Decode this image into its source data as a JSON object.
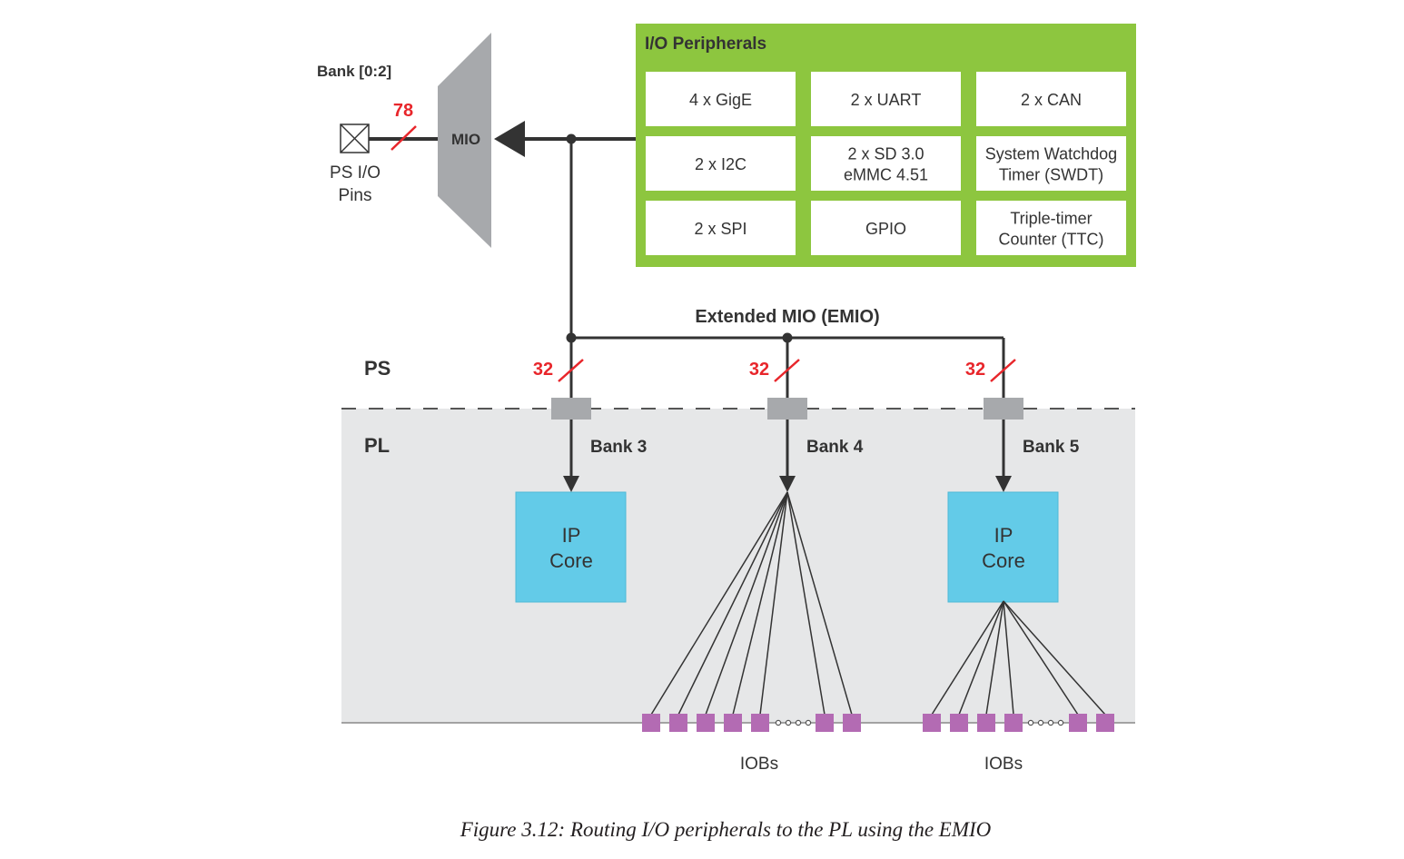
{
  "diagram": {
    "bank_top_label": "Bank [0:2]",
    "bus_width_pins": "78",
    "ps_pins_label": [
      "PS I/O",
      "Pins"
    ],
    "mio_label": "MIO",
    "peripherals": {
      "title": "I/O Peripherals",
      "items": [
        [
          "4 x GigE"
        ],
        [
          "2 x UART"
        ],
        [
          "2 x CAN"
        ],
        [
          "2 x I2C"
        ],
        [
          "2 x SD 3.0",
          "eMMC 4.51"
        ],
        [
          "System Watchdog",
          "Timer (SWDT)"
        ],
        [
          "2 x SPI"
        ],
        [
          "GPIO"
        ],
        [
          "Triple-timer",
          "Counter (TTC)"
        ]
      ]
    },
    "emio_label": "Extended MIO (EMIO)",
    "ps_label": "PS",
    "pl_label": "PL",
    "bus_width_emio": [
      "32",
      "32",
      "32"
    ],
    "banks": [
      "Bank 3",
      "Bank 4",
      "Bank 5"
    ],
    "ip_core_label": [
      "IP",
      "Core"
    ],
    "iobs_label": "IOBs",
    "colors": {
      "green": "#8dc63f",
      "red": "#e8262b",
      "blue": "#63cbe8",
      "purple": "#b36bb3",
      "grey": "#a7a9ac",
      "pl_bg": "#e6e7e8",
      "line": "#333333"
    }
  },
  "caption": "Figure 3.12:  Routing I/O peripherals to the PL using the EMIO"
}
